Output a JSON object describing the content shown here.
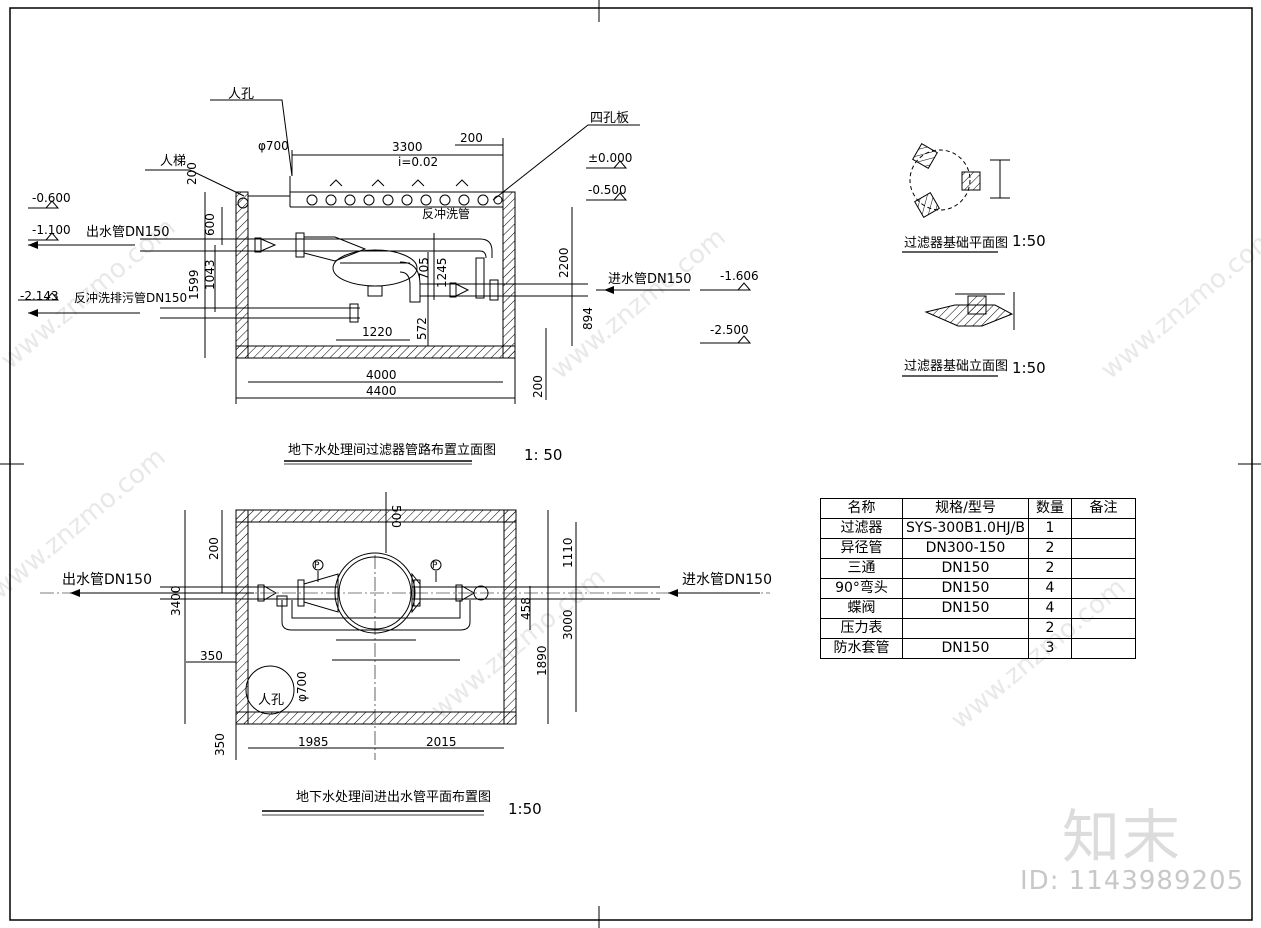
{
  "labels": {
    "manhole_top": "人孔",
    "ladder": "人梯",
    "dim_200_top": "200",
    "dim_3300": "3300",
    "slope": "i=0.02",
    "phi700_top": "φ700",
    "four_hole_plate": "四孔板",
    "el_000": "±0.000",
    "el_n0500": "-0.500",
    "el_n0600": "-0.600",
    "el_n1100": "-1.100",
    "outlet_pipe": "出水管DN150",
    "backwash_pipe": "反冲洗管",
    "el_n2143": "-2.143",
    "backwash_drain": "反冲洗排污管DN150",
    "inlet_pipe_elev": "进水管DN150",
    "el_n1606": "-1.606",
    "el_n2500": "-2.500",
    "dim_600": "600",
    "dim_1599": "1599",
    "dim_1043": "1043",
    "dim_705": "705",
    "dim_1245": "1245",
    "dim_572": "572",
    "dim_1220": "1220",
    "dim_2200": "2200",
    "dim_894": "894",
    "dim_4000": "4000",
    "dim_4400": "4400",
    "dim_200_b": "200",
    "dim_200_side": "200",
    "title_elev": "地下水处理间过滤器管路布置立面图",
    "scale_elev": "1: 50",
    "plan_base_title": "过滤器基础平面图",
    "plan_base_scale": "1:50",
    "elev_base_title": "过滤器基础立面图",
    "elev_base_scale": "1:50",
    "plan_out_pipe": "出水管DN150",
    "plan_in_pipe": "进水管DN150",
    "dim_3400": "3400",
    "dim_200_plan": "200",
    "dim_350_a": "350",
    "dim_350_b": "350",
    "dim_500": "500",
    "dim_1110": "1110",
    "dim_458": "458",
    "dim_1890": "1890",
    "dim_3000": "3000",
    "dim_1985": "1985",
    "dim_2015": "2015",
    "phi700_plan": "φ700",
    "manhole_plan": "人孔",
    "gauge_p1": "P",
    "gauge_p2": "P",
    "title_plan": "地下水处理间进出水管平面布置图",
    "scale_plan": "1:50"
  },
  "table": {
    "headers": [
      "名称",
      "规格/型号",
      "数量",
      "备注"
    ],
    "rows": [
      [
        "过滤器",
        "SYS-300B1.0HJ/B",
        "1",
        ""
      ],
      [
        "异径管",
        "DN300-150",
        "2",
        ""
      ],
      [
        "三通",
        "DN150",
        "2",
        ""
      ],
      [
        "90°弯头",
        "DN150",
        "4",
        ""
      ],
      [
        "蝶阀",
        "DN150",
        "4",
        ""
      ],
      [
        "压力表",
        "",
        "2",
        ""
      ],
      [
        "防水套管",
        "DN150",
        "3",
        ""
      ]
    ]
  },
  "watermark": {
    "brand": "知末",
    "id": "ID: 1143989205",
    "site": "www.znzmo.com"
  },
  "colors": {
    "line": "#000000",
    "watermark": "#e0e0e0"
  }
}
